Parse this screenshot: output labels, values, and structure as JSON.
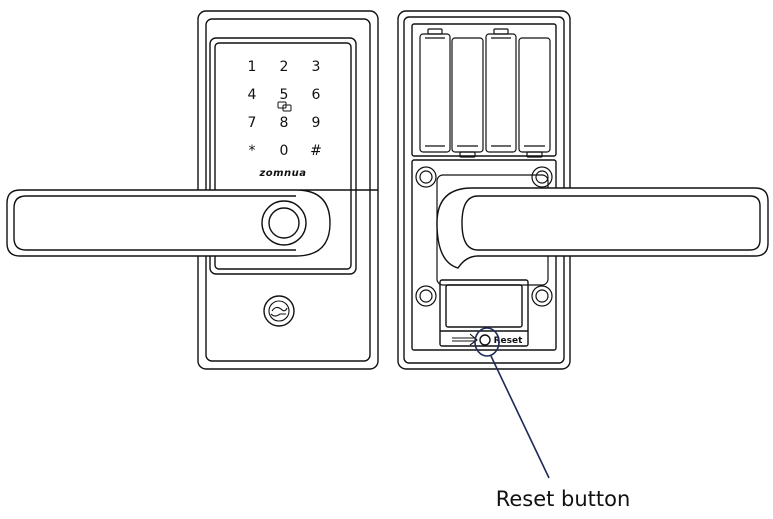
{
  "front_lock": {
    "keypad": {
      "keys": [
        "1",
        "2",
        "3",
        "4",
        "5",
        "6",
        "7",
        "8",
        "9",
        "*",
        "0",
        "#"
      ]
    },
    "brand": "zomnua"
  },
  "back_lock": {
    "reset_label": "Reset"
  },
  "callout": {
    "label": "Reset button",
    "color": "#1e2a57"
  }
}
